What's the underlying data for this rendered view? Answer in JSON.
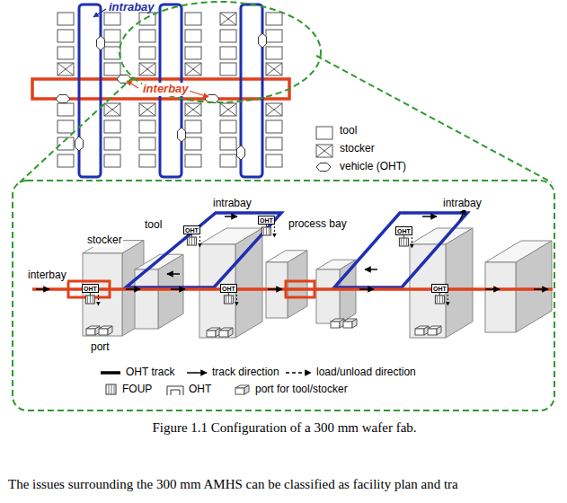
{
  "diagram": {
    "caption": "Figure 1.1 Configuration of a 300 mm wafer fab.",
    "nodes": [
      {
        "text": [
          "OHT"
        ]
      },
      {
        "text": [
          "OHT"
        ]
      },
      {
        "text": [
          "OHT"
        ]
      },
      {
        "text": [
          "OHT"
        ]
      },
      {
        "text": [
          "OHT"
        ]
      },
      {
        "text": [
          "OHT"
        ]
      }
    ],
    "labels": [
      "intrabay",
      "interbay",
      "intrabay",
      "intrabay",
      "tool",
      "process bay",
      "stocker",
      "interbay",
      "port",
      "The issues surrounding the 300 mm AMHS can be classified as facility plan and tra"
    ],
    "legend": [
      {
        "text": "tool"
      },
      {
        "text": "stocker"
      },
      {
        "text": "vehicle (OHT)"
      },
      {
        "text": "OHT track"
      },
      {
        "text": "track direction"
      },
      {
        "text": "load/unload direction"
      },
      {
        "text": "FOUP"
      },
      {
        "text": "OHT"
      },
      {
        "text": "port for tool/stocker"
      }
    ]
  }
}
